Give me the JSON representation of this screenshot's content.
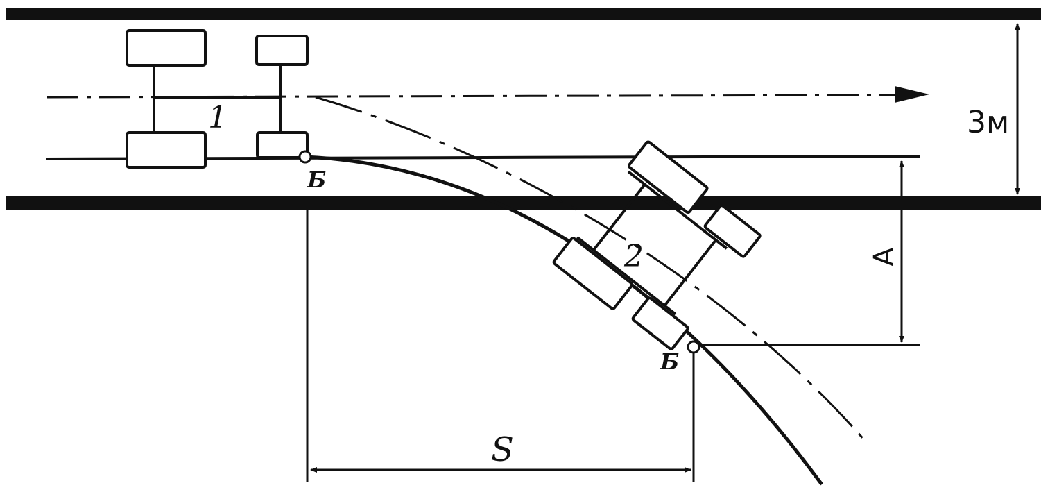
{
  "labels": {
    "vehicle_1": "1",
    "vehicle_2": "2",
    "point_b_start": "Б",
    "point_b_end": "Б",
    "lane_width": "3м",
    "offset_a": "A",
    "distance_s": "S"
  },
  "colors": {
    "ink": "#111111",
    "background": "#ffffff"
  }
}
